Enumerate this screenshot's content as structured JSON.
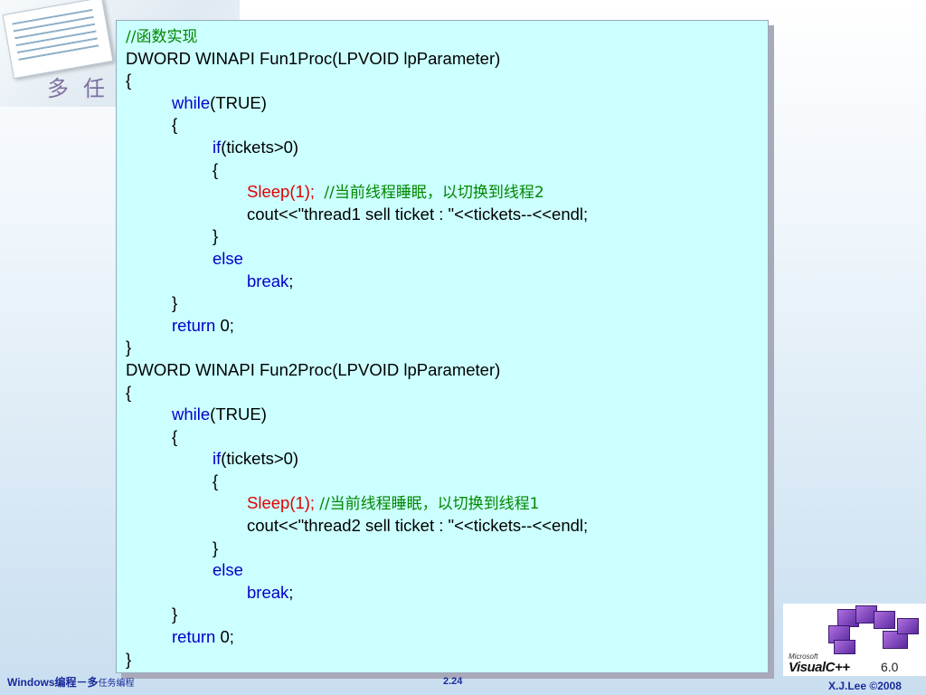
{
  "code_lines": [
    {
      "parts": [
        {
          "t": "//函数实现",
          "c": "cmt"
        }
      ]
    },
    {
      "parts": [
        {
          "t": "DWORD WINAPI Fun1Proc(LPVOID lpParameter)"
        }
      ]
    },
    {
      "parts": [
        {
          "t": "{"
        }
      ]
    },
    {
      "indent": 1,
      "parts": [
        {
          "t": "while",
          "c": "kw"
        },
        {
          "t": "(TRUE)"
        }
      ]
    },
    {
      "indent": 1,
      "parts": [
        {
          "t": "{"
        }
      ]
    },
    {
      "indent": 2,
      "parts": [
        {
          "t": "if",
          "c": "kw"
        },
        {
          "t": "(tickets>0)"
        }
      ]
    },
    {
      "indent": 2,
      "parts": [
        {
          "t": "{"
        }
      ]
    },
    {
      "indent": 3,
      "parts": [
        {
          "t": "Sleep(1);  ",
          "c": "call"
        },
        {
          "t": "//当前线程睡眠，以切换到线程2",
          "c": "cmt"
        }
      ]
    },
    {
      "indent": 3,
      "parts": [
        {
          "t": "cout<<\"thread1 sell ticket : \"<<tickets--<<endl;"
        }
      ]
    },
    {
      "indent": 2,
      "parts": [
        {
          "t": "}"
        }
      ]
    },
    {
      "indent": 2,
      "parts": [
        {
          "t": "else",
          "c": "kw"
        }
      ]
    },
    {
      "indent": 3,
      "parts": [
        {
          "t": "break",
          "c": "kw"
        },
        {
          "t": ";"
        }
      ]
    },
    {
      "indent": 1,
      "parts": [
        {
          "t": "}"
        }
      ]
    },
    {
      "indent": 1,
      "parts": [
        {
          "t": "return",
          "c": "kw"
        },
        {
          "t": " 0;"
        }
      ]
    },
    {
      "parts": [
        {
          "t": "}"
        }
      ]
    },
    {
      "parts": [
        {
          "t": "DWORD WINAPI Fun2Proc(LPVOID lpParameter)"
        }
      ]
    },
    {
      "parts": [
        {
          "t": "{"
        }
      ]
    },
    {
      "indent": 1,
      "parts": [
        {
          "t": "while",
          "c": "kw"
        },
        {
          "t": "(TRUE)"
        }
      ]
    },
    {
      "indent": 1,
      "parts": [
        {
          "t": "{"
        }
      ]
    },
    {
      "indent": 2,
      "parts": [
        {
          "t": "if",
          "c": "kw"
        },
        {
          "t": "(tickets>0)"
        }
      ]
    },
    {
      "indent": 2,
      "parts": [
        {
          "t": "{"
        }
      ]
    },
    {
      "indent": 3,
      "parts": [
        {
          "t": "Sleep(1); ",
          "c": "call"
        },
        {
          "t": "//当前线程睡眠，以切换到线程1",
          "c": "cmt"
        }
      ]
    },
    {
      "indent": 3,
      "parts": [
        {
          "t": "cout<<\"thread2 sell ticket : \"<<tickets--<<endl;"
        }
      ]
    },
    {
      "indent": 2,
      "parts": [
        {
          "t": "}"
        }
      ]
    },
    {
      "indent": 2,
      "parts": [
        {
          "t": "else",
          "c": "kw"
        }
      ]
    },
    {
      "indent": 3,
      "parts": [
        {
          "t": "break",
          "c": "kw"
        },
        {
          "t": ";"
        }
      ]
    },
    {
      "indent": 1,
      "parts": [
        {
          "t": "}"
        }
      ]
    },
    {
      "indent": 1,
      "parts": [
        {
          "t": "return",
          "c": "kw"
        },
        {
          "t": " 0;"
        }
      ]
    },
    {
      "parts": [
        {
          "t": "}"
        }
      ]
    }
  ],
  "corner_logo": {
    "glyphs": "多任"
  },
  "vc_logo": {
    "brand": "Microsoft",
    "product": "VisualC++",
    "version": "6.0"
  },
  "footer": {
    "left_main": "Windows编程－多",
    "left_small": "任务编程",
    "page": "2.24",
    "copyright": "X.J.Lee ©2008"
  },
  "colors": {
    "panel_bg": "#ccffff",
    "keyword": "#0000cc",
    "call": "#e00000",
    "comment": "#008800",
    "footer_text": "#1a2a9a"
  }
}
